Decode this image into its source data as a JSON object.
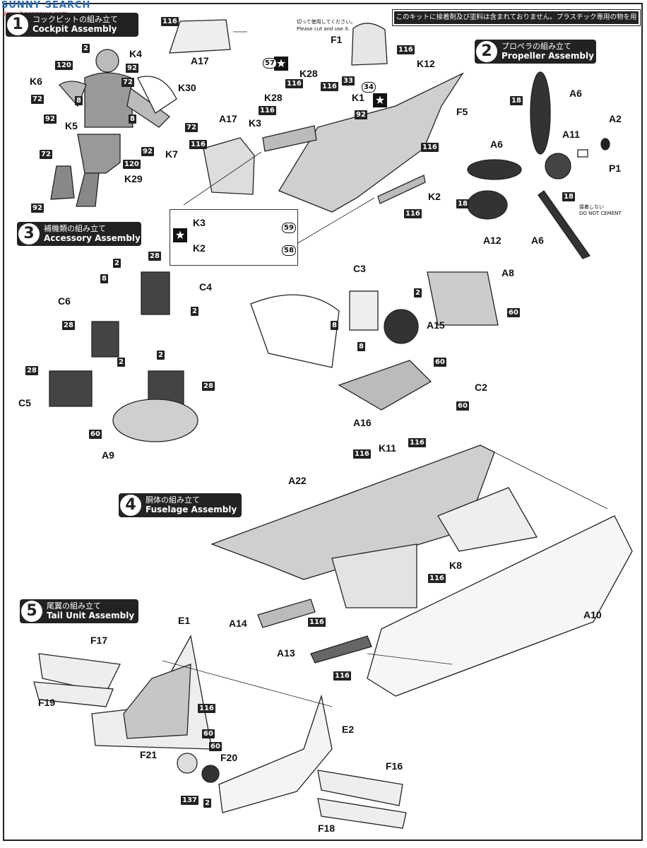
{
  "watermark": {
    "main": "SUNNY SEARCH",
    "sub": "www.hasegawa.com"
  },
  "notice": "このキットに接着剤及び塗料は含まれておりません。プラスチック専用の物を用いて下さい。",
  "steps": [
    {
      "num": "1",
      "ja": "コックピットの組み立て",
      "en": "Cockpit Assembly"
    },
    {
      "num": "2",
      "ja": "プロペラの組み立て",
      "en": "Propeller Assembly"
    },
    {
      "num": "3",
      "ja": "補機類の組み立て",
      "en": "Accessory Assembly"
    },
    {
      "num": "4",
      "ja": "胴体の組み立て",
      "en": "Fuselage Assembly"
    },
    {
      "num": "5",
      "ja": "尾翼の組み立て",
      "en": "Tail Unit Assembly"
    }
  ],
  "cutnote": {
    "ja": "切って使用してください。",
    "en": "Please cut and use it."
  },
  "donotcement": {
    "ja": "接着しない",
    "en": "DO NOT CEMENT"
  },
  "parts": {
    "K4": "K4",
    "K6": "K6",
    "K5": "K5",
    "K30": "K30",
    "K7": "K7",
    "K29": "K29",
    "A17a": "A17",
    "A17b": "A17",
    "K3": "K3",
    "K28a": "K28",
    "K28b": "K28",
    "K1": "K1",
    "F1": "F1",
    "K12": "K12",
    "F5": "F5",
    "K2": "K2",
    "A6a": "A6",
    "A6b": "A6",
    "A6c": "A6",
    "A2": "A2",
    "A11": "A11",
    "P1": "P1",
    "A12": "A12",
    "C6": "C6",
    "C4": "C4",
    "C5": "C5",
    "A9": "A9",
    "C3": "C3",
    "A8": "A8",
    "A15": "A15",
    "A16": "A16",
    "C2": "C2",
    "A22": "A22",
    "K11": "K11",
    "K8": "K8",
    "A14": "A14",
    "A13": "A13",
    "A10": "A10",
    "E1": "E1",
    "F17": "F17",
    "F19": "F19",
    "F21": "F21",
    "F20": "F20",
    "E2": "E2",
    "F16": "F16",
    "F18": "F18",
    "K3d": "K3",
    "K2d": "K2"
  },
  "colors": {
    "t116": "116",
    "t2": "2",
    "t92": "92",
    "t120": "120",
    "t72": "72",
    "t8": "8",
    "t33": "33",
    "t18": "18",
    "t28": "28",
    "t60": "60",
    "t137": "137",
    "t34": "34",
    "t57": "57",
    "t59": "59",
    "t58": "58"
  }
}
